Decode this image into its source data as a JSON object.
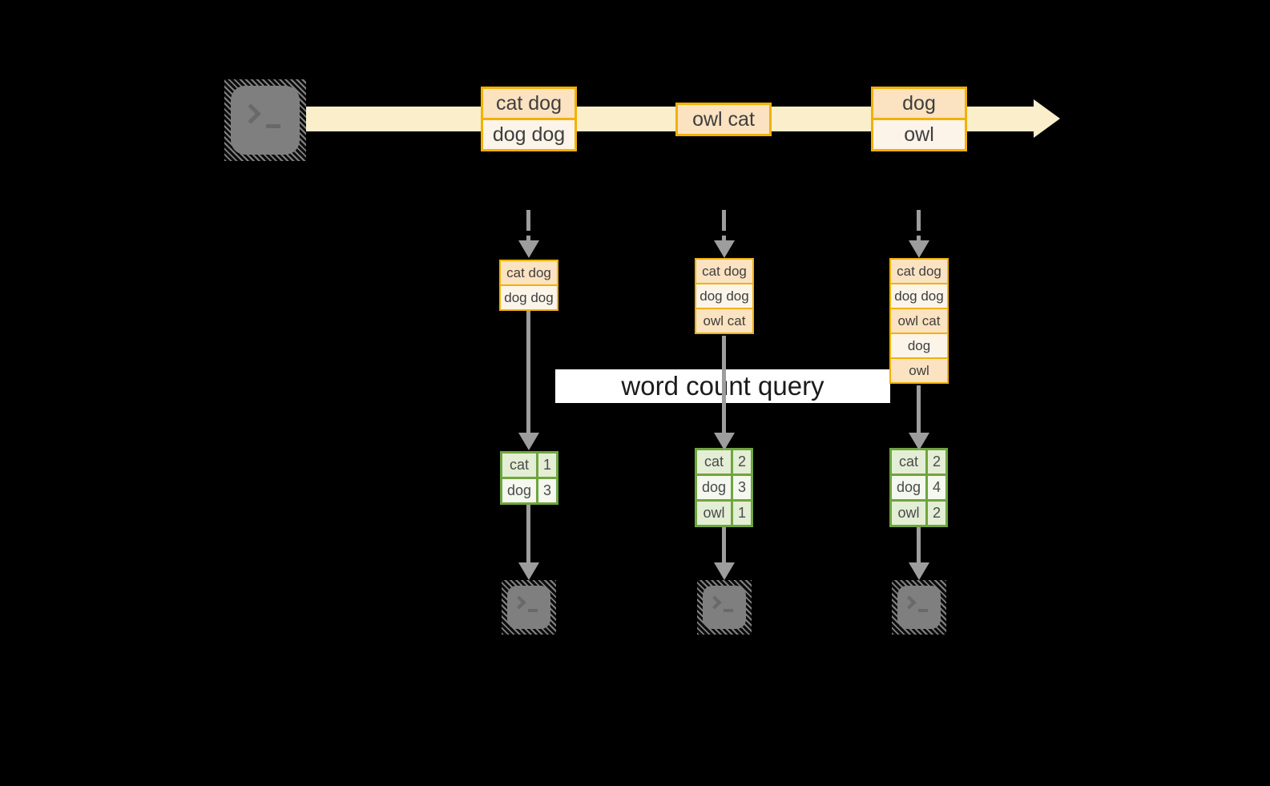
{
  "query_label": "word count query",
  "stream": {
    "box1": {
      "row1": "cat dog",
      "row2": "dog dog"
    },
    "box2": {
      "row1": "owl cat"
    },
    "box3": {
      "row1": "dog",
      "row2": "owl"
    }
  },
  "stacks": {
    "s1": [
      "cat dog",
      "dog dog"
    ],
    "s2": [
      "cat dog",
      "dog dog",
      "owl cat"
    ],
    "s3": [
      "cat dog",
      "dog dog",
      "owl cat",
      "dog",
      "owl"
    ]
  },
  "tables": {
    "t1": {
      "rows": [
        {
          "word": "cat",
          "count": "1"
        },
        {
          "word": "dog",
          "count": "3"
        }
      ]
    },
    "t2": {
      "rows": [
        {
          "word": "cat",
          "count": "2"
        },
        {
          "word": "dog",
          "count": "3"
        },
        {
          "word": "owl",
          "count": "1"
        }
      ]
    },
    "t3": {
      "rows": [
        {
          "word": "cat",
          "count": "2"
        },
        {
          "word": "dog",
          "count": "4"
        },
        {
          "word": "owl",
          "count": "2"
        }
      ]
    }
  },
  "icons": {
    "terminal": "terminal-prompt-icon"
  },
  "colors": {
    "background": "#000000",
    "stream_band": "#faeecb",
    "orange_border": "#f1b104",
    "cell_peach": "#fbe2c1",
    "cell_cream": "#fdf4e9",
    "arrow_gray": "#9d9d9d",
    "terminal_gray": "#7f7f7f",
    "green_border": "#6fa53e",
    "green_cell": "#e3eed5",
    "green_cell_light": "#f4f8ee",
    "query_box": "#ffffff",
    "text_dark": "#3e3e3e"
  }
}
